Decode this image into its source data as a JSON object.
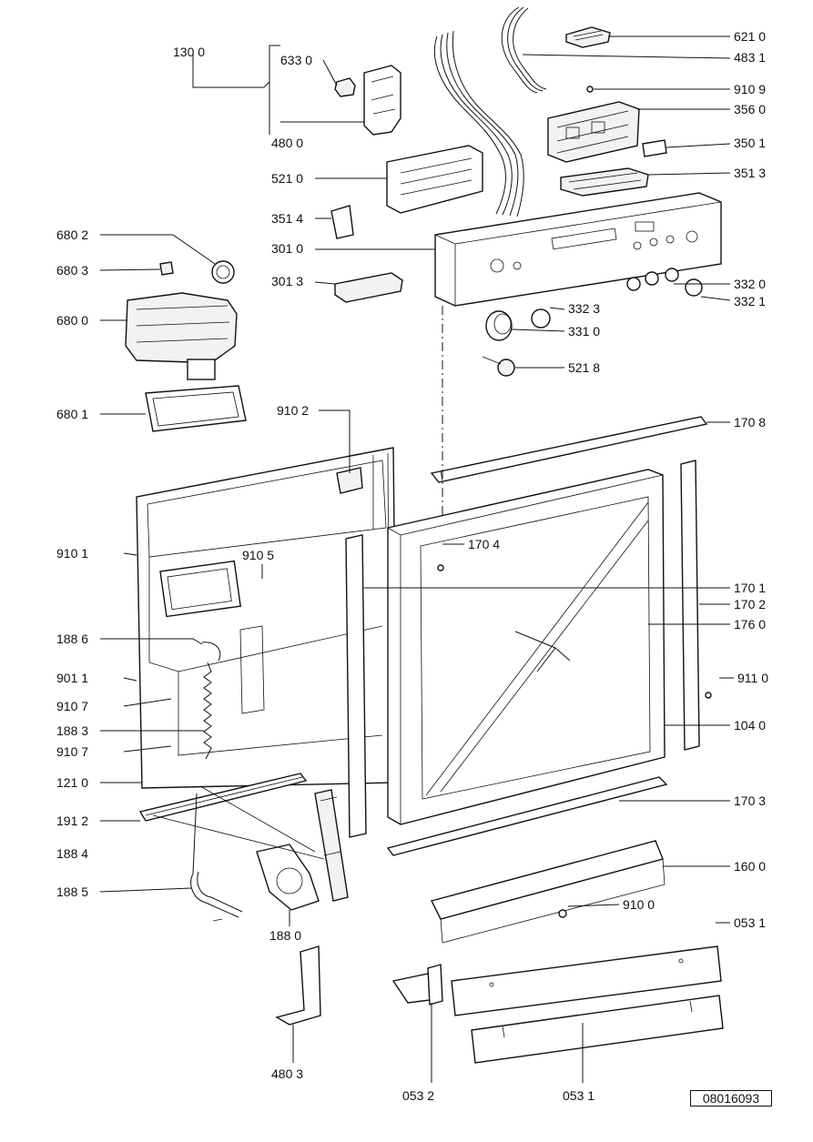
{
  "labels": {
    "l6210": "621 0",
    "l4831": "483 1",
    "l1300": "130 0",
    "l6330": "633 0",
    "l4800": "480 0",
    "l9109": "910 9",
    "l3560": "356 0",
    "l3501": "350 1",
    "l3513": "351 3",
    "l5210": "521 0",
    "l3514": "351 4",
    "l6802": "680 2",
    "l3010": "301 0",
    "l6803": "680 3",
    "l3013": "301 3",
    "l3320": "332 0",
    "l3321": "332 1",
    "l3323": "332 3",
    "l6800": "680 0",
    "l3310": "331 0",
    "l5218": "521 8",
    "l6801": "680 1",
    "l9102": "910 2",
    "l1708": "170 8",
    "l9101": "910 1",
    "l9105": "910 5",
    "l1704": "170 4",
    "l1701": "170 1",
    "l1702": "170 2",
    "l1886": "188 6",
    "l1760": "176 0",
    "l9011": "901 1",
    "l9110": "911 0",
    "l9107a": "910 7",
    "l1883": "188 3",
    "l1040": "104 0",
    "l9107b": "910 7",
    "l1210": "121 0",
    "l1703": "170 3",
    "l1912": "191 2",
    "l1884": "188 4",
    "l1600": "160 0",
    "l1885": "188 5",
    "l9100": "910 0",
    "l0531a": "053 1",
    "l1880": "188 0",
    "l4803": "480 3",
    "l0532": "053 2",
    "l0531b": "053 1"
  },
  "reference": "08016093"
}
